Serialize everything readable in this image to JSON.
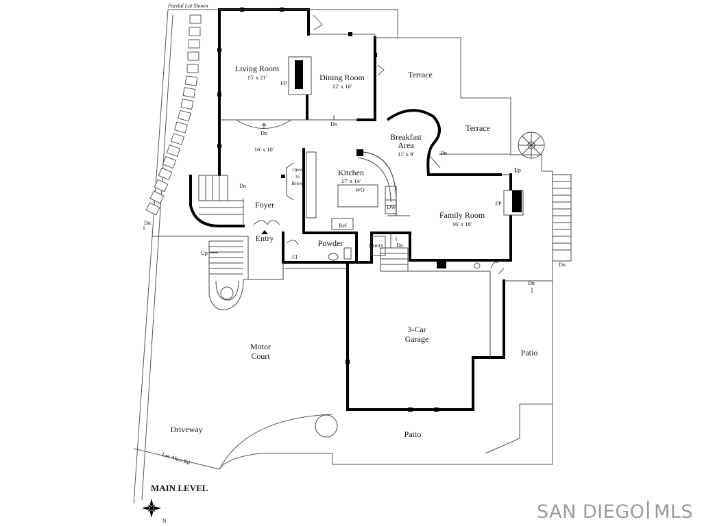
{
  "diagram": {
    "annotations": {
      "partial_lot": "Partial Lot Shown",
      "street": "Los Altos Rd",
      "level": "MAIN LEVEL",
      "north": "N",
      "watermark": "SAN DIEGO | MLS"
    },
    "rooms": {
      "living_room": {
        "name": "Living Room",
        "dims": "15' x 21'"
      },
      "dining_room": {
        "name": "Dining Room",
        "dims": "12' x 16'"
      },
      "terrace_upper": {
        "name": "Terrace"
      },
      "terrace_right": {
        "name": "Terrace"
      },
      "breakfast_area": {
        "line1": "Breakfast",
        "line2": "Area",
        "dims": "11' x 9'"
      },
      "great_space": {
        "dims": "16' x 10'"
      },
      "kitchen": {
        "name": "Kitchen",
        "dims": "17' x 14'"
      },
      "family_room": {
        "name": "Family Room",
        "dims": "16' x 18'"
      },
      "foyer": {
        "name": "Foyer"
      },
      "entry": {
        "name": "Entry"
      },
      "powder": {
        "name": "Powder"
      },
      "pantry": {
        "name": "Pantry"
      },
      "closet": {
        "name": "Cl"
      },
      "garage": {
        "line1": "3-Car",
        "line2": "Garage"
      },
      "motor_court": {
        "line1": "Motor",
        "line2": "Court"
      },
      "driveway": {
        "name": "Driveway"
      },
      "patio_right": {
        "name": "Patio"
      },
      "patio_bottom": {
        "name": "Patio"
      }
    },
    "fixtures": {
      "fp_living": "FP",
      "fp_family": "FP",
      "wo": "WO",
      "dw": "DW",
      "ref": "Ref",
      "open_below": [
        "Open",
        "to",
        "Below"
      ]
    },
    "stair_labels": {
      "dn_living": "Dn",
      "dn_dining": "Dn",
      "dn_breakfast": "Dn",
      "dn_stairs_left": "Dn",
      "dn_lot_left": "Dn",
      "up_entry": "Up",
      "up_right": "Up",
      "dn_right_stair": "Dn",
      "dn_patio": "Dn",
      "dn_pantry": "Dn"
    }
  }
}
